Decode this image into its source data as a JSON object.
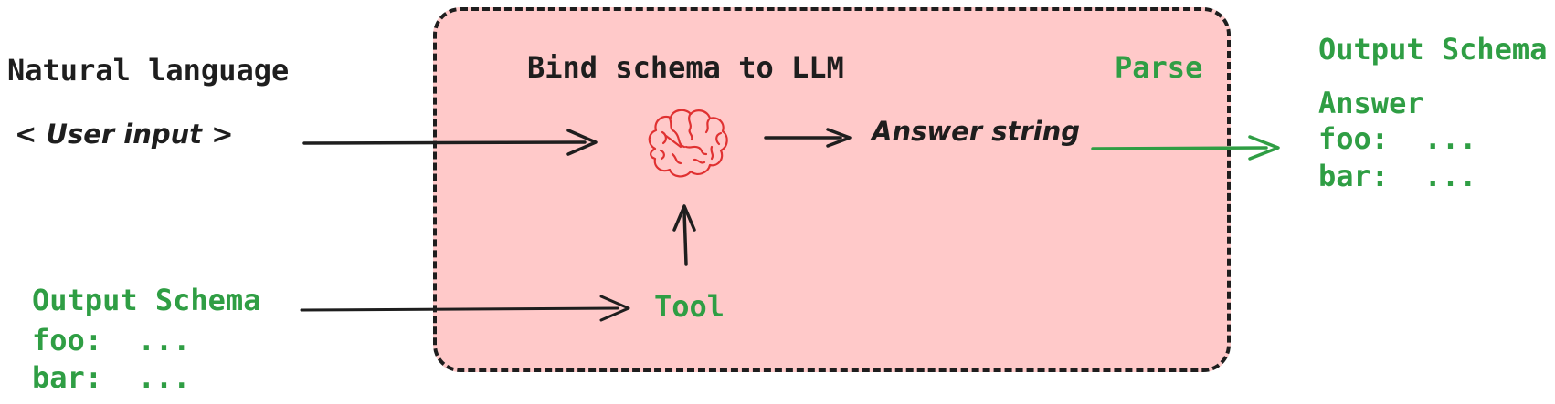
{
  "diagram": {
    "natural_language_label": "Natural language",
    "user_input": "< User input >",
    "llm_box": {
      "title": "Bind schema to LLM",
      "parse_label": "Parse",
      "answer_string": "Answer string",
      "tool_label": "Tool",
      "brain_icon": "brain-icon"
    },
    "input_schema": {
      "title": "Output Schema",
      "foo_line": "foo:  ...",
      "bar_line": "bar:  ..."
    },
    "output_schema": {
      "title": "Output Schema",
      "answer_label": "Answer",
      "foo_line": "foo:  ...",
      "bar_line": "bar:  ..."
    },
    "colors": {
      "box_fill": "#ffc9c9",
      "ink": "#1e1e1e",
      "green": "#2f9e44",
      "brain_red": "#e03131"
    }
  }
}
